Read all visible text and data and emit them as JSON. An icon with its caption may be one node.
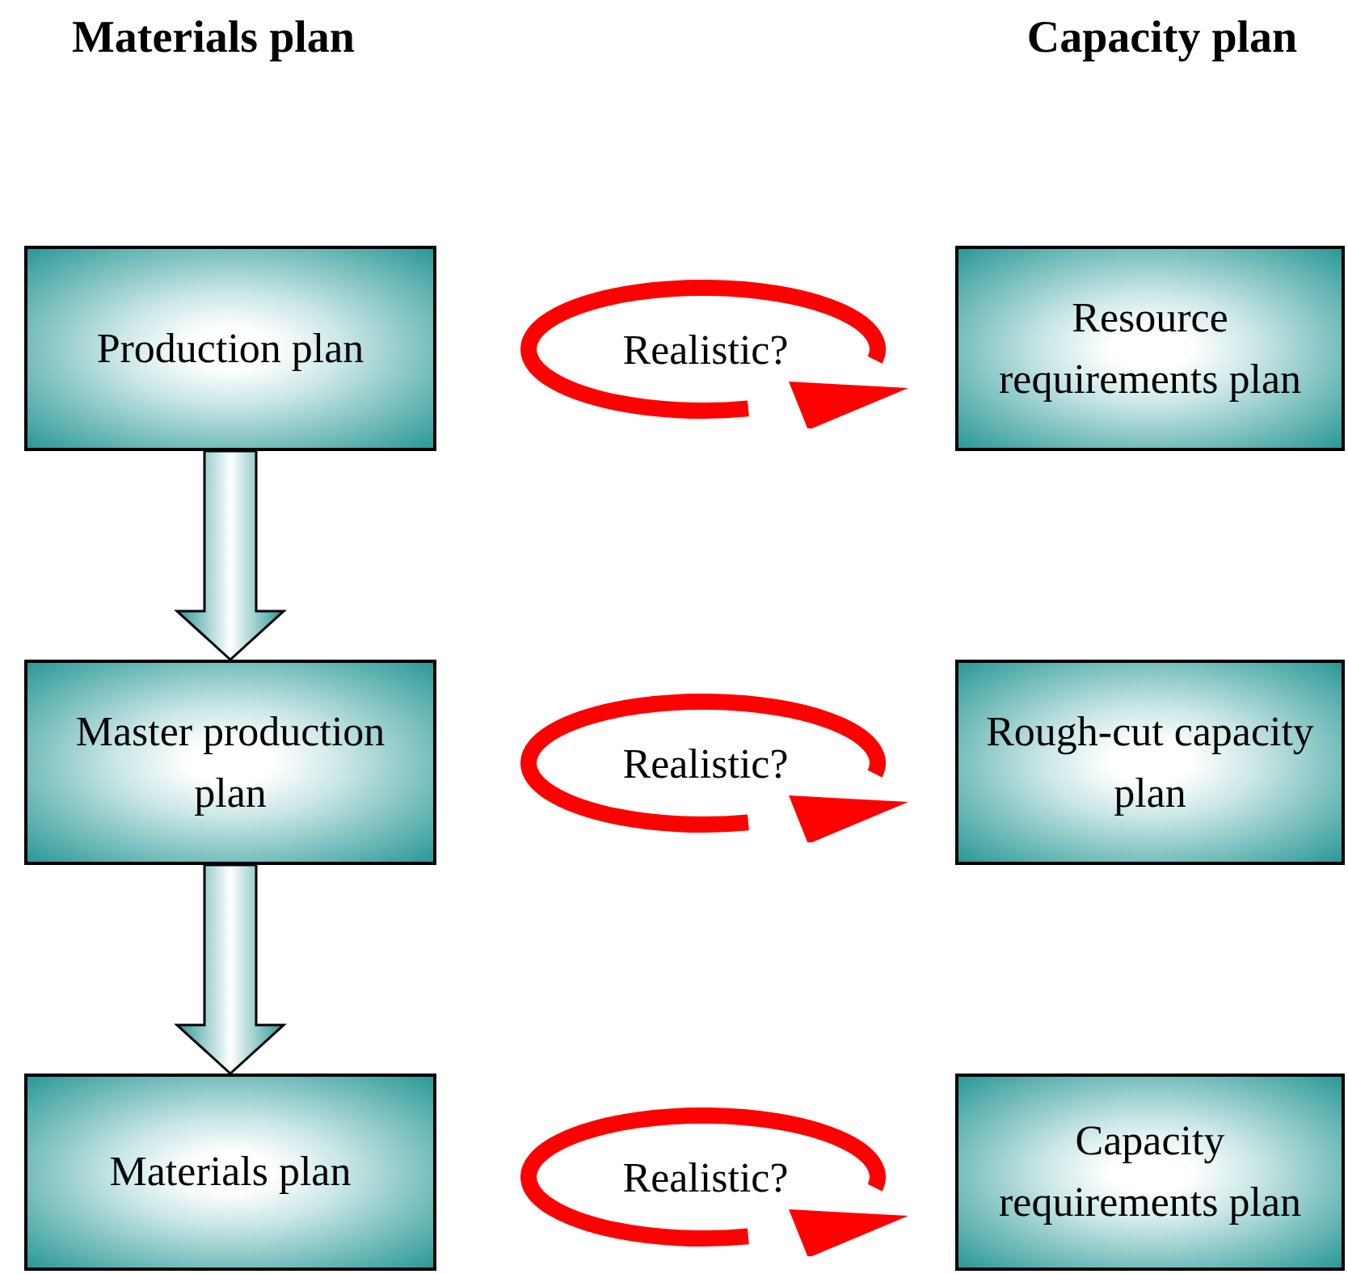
{
  "diagram": {
    "nodes": [
      {
        "text": [
          "Production plan"
        ]
      },
      {
        "text": [
          "Realistic?"
        ]
      },
      {
        "text": [
          "Resource requirements plan"
        ]
      },
      {
        "text": [
          "Master production plan"
        ]
      },
      {
        "text": [
          "Realistic?"
        ]
      },
      {
        "text": [
          "Rough-cut capacity plan"
        ]
      },
      {
        "text": [
          "Materials plan"
        ]
      },
      {
        "text": [
          "Realistic?"
        ]
      },
      {
        "text": [
          "Capacity requirements plan"
        ]
      }
    ],
    "edges": [
      {
        "from": 0,
        "to": 3,
        "arrow": "to",
        "style": "thick"
      },
      {
        "from": 3,
        "to": 6,
        "arrow": "to",
        "style": "thick"
      }
    ],
    "labels": [
      "Materials plan",
      "Capacity plan"
    ]
  }
}
